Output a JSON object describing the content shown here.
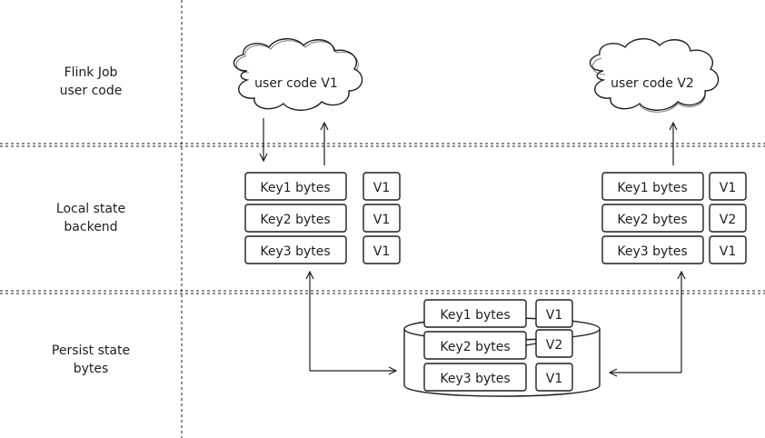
{
  "rows": {
    "job": [
      "Flink Job",
      "user code"
    ],
    "local": [
      "Local state",
      "backend"
    ],
    "persist": [
      "Persist state",
      "bytes"
    ]
  },
  "clouds": {
    "left": "user code V1",
    "right": "user code V2"
  },
  "left_stack": [
    {
      "key": "Key1 bytes",
      "version": "V1"
    },
    {
      "key": "Key2 bytes",
      "version": "V1"
    },
    {
      "key": "Key3 bytes",
      "version": "V1"
    }
  ],
  "right_stack": [
    {
      "key": "Key1 bytes",
      "version": "V1"
    },
    {
      "key": "Key2 bytes",
      "version": "V2"
    },
    {
      "key": "Key3 bytes",
      "version": "V1"
    }
  ],
  "persist_stack": [
    {
      "key": "Key1 bytes",
      "version": "V1"
    },
    {
      "key": "Key2 bytes",
      "version": "V2"
    },
    {
      "key": "Key3 bytes",
      "version": "V1"
    }
  ]
}
